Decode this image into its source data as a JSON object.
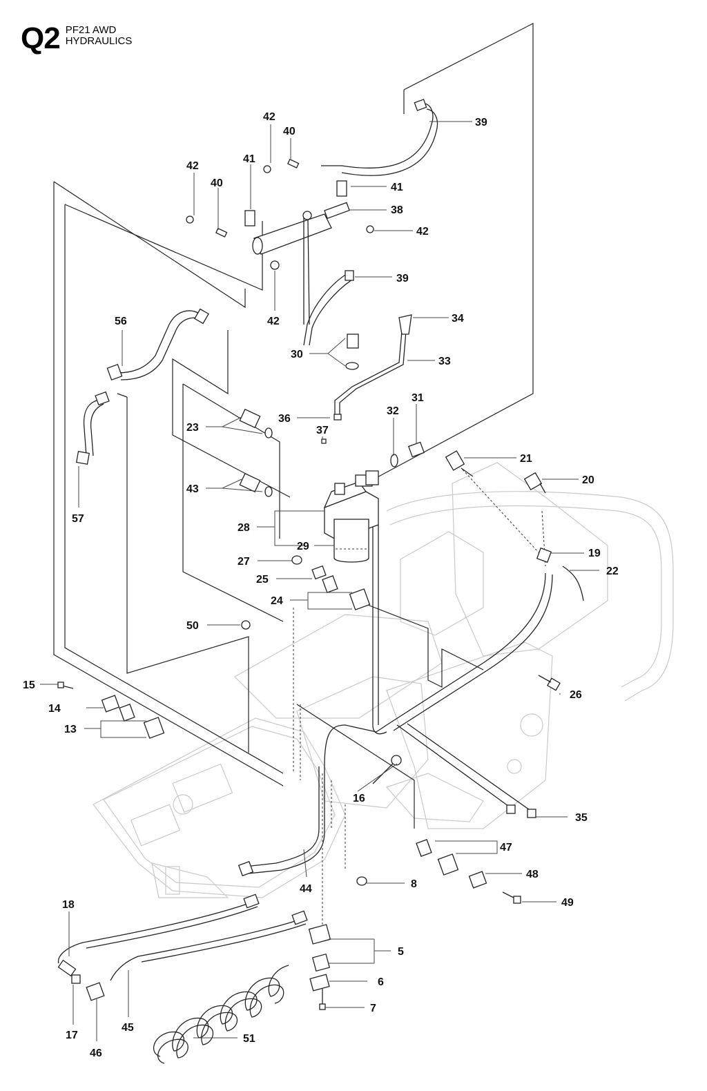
{
  "header": {
    "code": "Q2",
    "model": "PF21 AWD",
    "section": "HYDRAULICS"
  },
  "callouts": {
    "c39a": "39",
    "c42a": "42",
    "c40a": "40",
    "c41a": "41",
    "c42b": "42",
    "c40b": "40",
    "c41b": "41",
    "c38": "38",
    "c42c": "42",
    "c42d": "42",
    "c39b": "39",
    "c56": "56",
    "c34": "34",
    "c30": "30",
    "c33": "33",
    "c31": "31",
    "c32": "32",
    "c36": "36",
    "c23": "23",
    "c37": "37",
    "c21": "21",
    "c20": "20",
    "c43": "43",
    "c57": "57",
    "c28": "28",
    "c29": "29",
    "c19": "19",
    "c22": "22",
    "c27": "27",
    "c25": "25",
    "c24": "24",
    "c50": "50",
    "c15": "15",
    "c26": "26",
    "c14": "14",
    "c13": "13",
    "c16": "16",
    "c35": "35",
    "c47": "47",
    "c48": "48",
    "c8": "8",
    "c44": "44",
    "c49": "49",
    "c18": "18",
    "c5": "5",
    "c6": "6",
    "c7": "7",
    "c17": "17",
    "c45": "45",
    "c46": "46",
    "c51": "51"
  }
}
